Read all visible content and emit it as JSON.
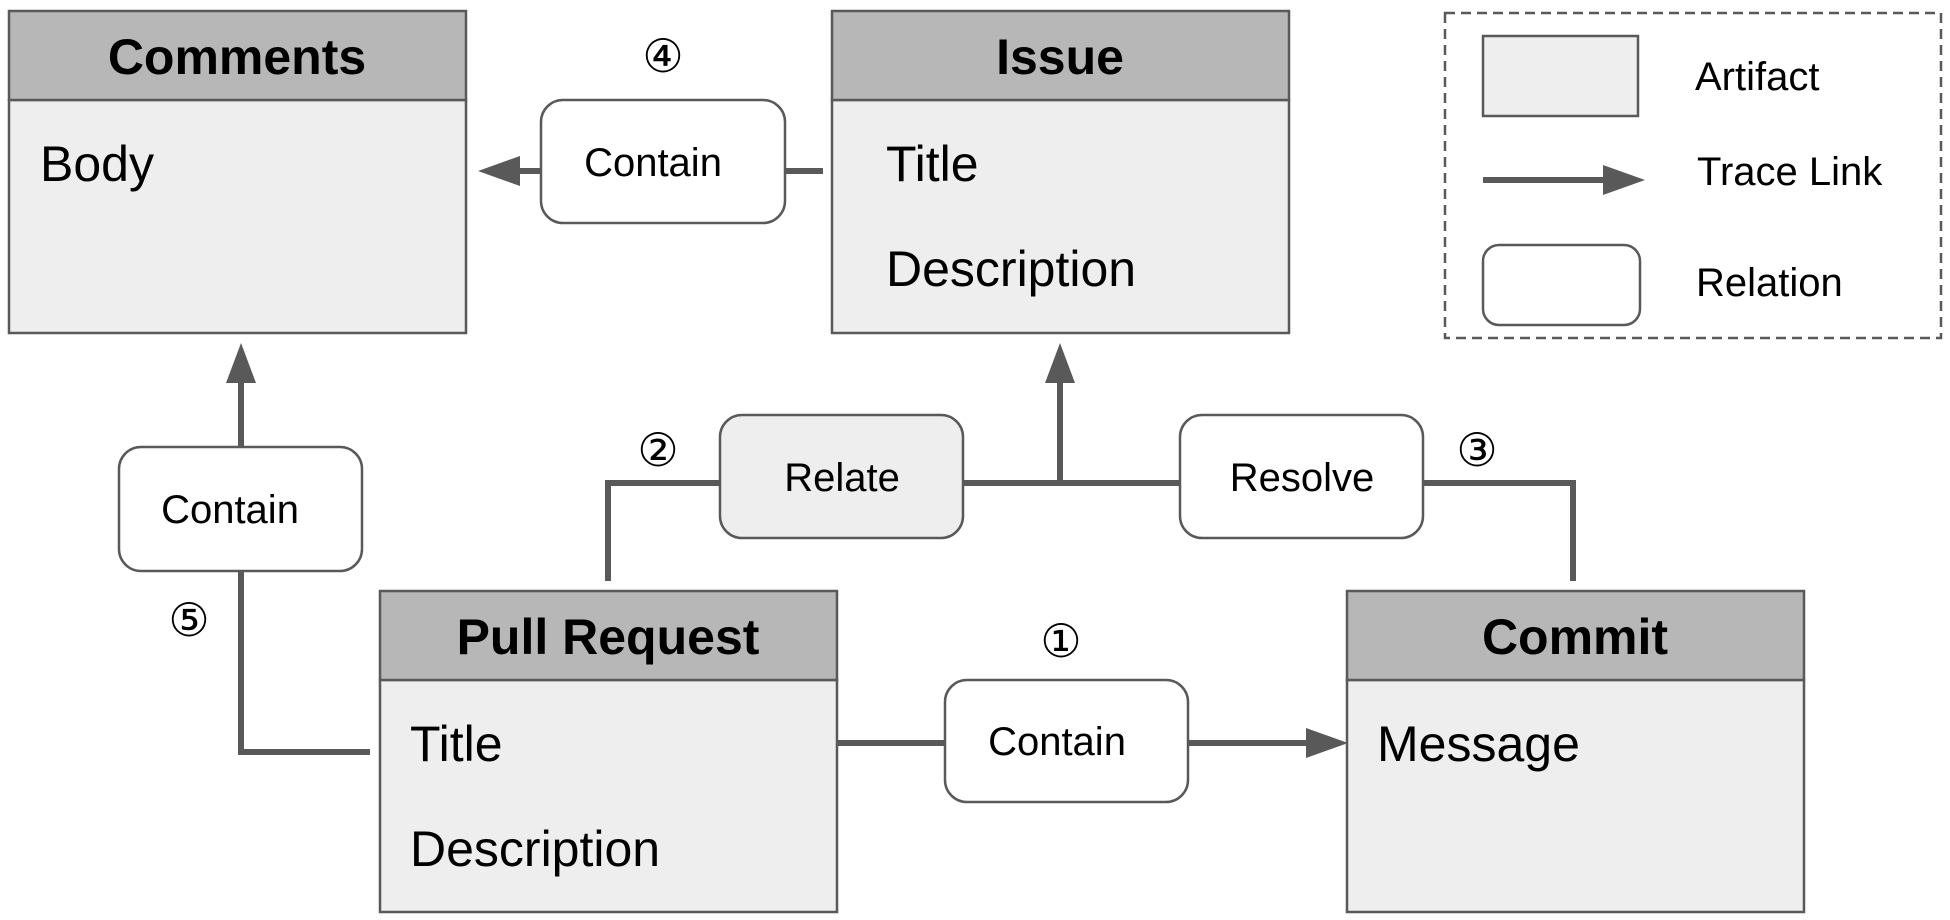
{
  "artifacts": {
    "comments": {
      "title": "Comments",
      "attributes": [
        "Body"
      ]
    },
    "issue": {
      "title": "Issue",
      "attributes": [
        "Title",
        "Description"
      ]
    },
    "pull_request": {
      "title": "Pull Request",
      "attributes": [
        "Title",
        "Description"
      ]
    },
    "commit": {
      "title": "Commit",
      "attributes": [
        "Message"
      ]
    }
  },
  "relations": {
    "r1": {
      "number": "①",
      "label": "Contain"
    },
    "r2": {
      "number": "②",
      "label": "Relate"
    },
    "r3": {
      "number": "③",
      "label": "Resolve"
    },
    "r4": {
      "number": "④",
      "label": "Contain"
    },
    "r5": {
      "number": "⑤",
      "label": "Contain"
    }
  },
  "legend": {
    "artifact": "Artifact",
    "trace_link": "Trace Link",
    "relation": "Relation"
  },
  "colors": {
    "header_fill": "#b7b7b7",
    "body_fill": "#eeeeee",
    "stroke": "#595959"
  }
}
